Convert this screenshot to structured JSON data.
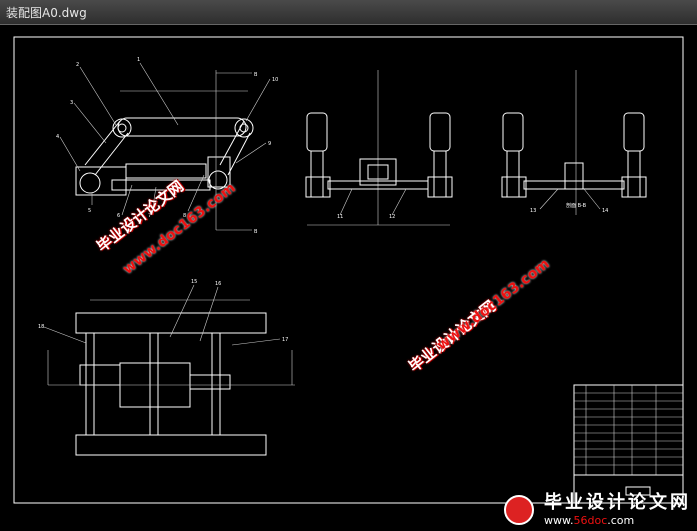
{
  "window": {
    "title": "装配图A0.dwg"
  },
  "watermarks": [
    {
      "text": "毕业设计论文网",
      "url": "www.doc163.com"
    }
  ],
  "footer": {
    "brand": "毕业设计论文网",
    "url_prefix": "www.",
    "url_accent": "56doc",
    "url_suffix": ".com"
  },
  "drawing": {
    "part_labels": [
      "1",
      "2",
      "3",
      "4",
      "5",
      "6",
      "7",
      "8",
      "9",
      "10",
      "11",
      "12",
      "13",
      "14",
      "15",
      "16",
      "17",
      "18"
    ],
    "view_label": "剖面 B-B"
  }
}
